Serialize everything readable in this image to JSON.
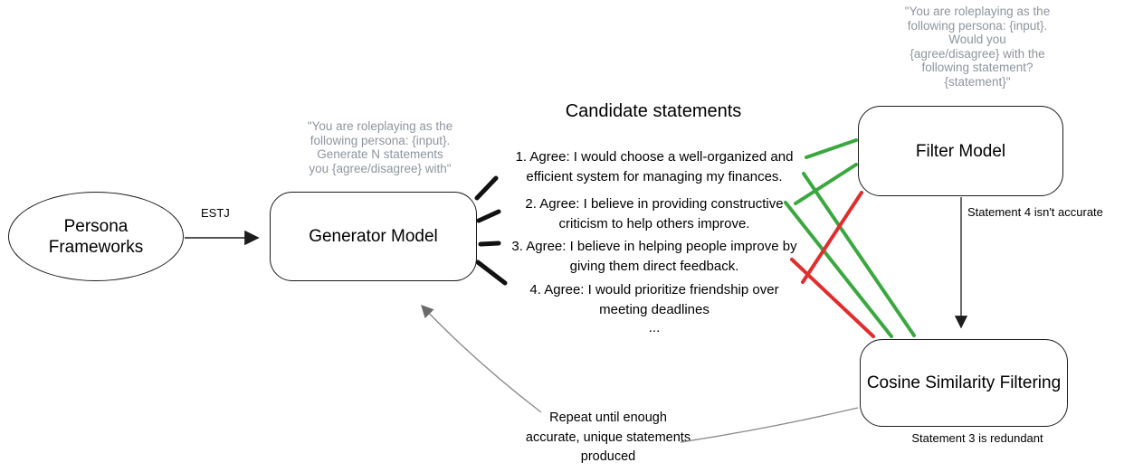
{
  "title": "Persona statement generation pipeline",
  "colors": {
    "green": "#3aa83f",
    "red": "#e02d2d",
    "gray_line": "#8c8c8c",
    "prompt_text": "#8e959e",
    "black": "#1c1c1c"
  },
  "nodes": {
    "persona_frameworks": {
      "label": "Persona\nFrameworks"
    },
    "generator": {
      "label": "Generator Model",
      "prompt": "\"You are roleplaying as the\nfollowing persona: {input}.\nGenerate N statements\nyou {agree/disagree} with\""
    },
    "filter": {
      "label": "Filter Model",
      "prompt": "\"You are roleplaying as the\nfollowing persona: {input}.\nWould you\n{agree/disagree} with the\nfollowing statement?\n{statement}\""
    },
    "cosine": {
      "label": "Cosine Similarity Filtering"
    }
  },
  "statements": {
    "title": "Candidate statements",
    "items": [
      {
        "text": "1. Agree: I would choose a well-organized and\nefficient system for managing my finances."
      },
      {
        "text": "2. Agree: I believe in providing constructive\ncriticism to help others improve."
      },
      {
        "text": "3. Agree: I believe in helping people improve by\ngiving them direct feedback."
      },
      {
        "text": "4. Agree: I would prioritize friendship over\nmeeting deadlines"
      }
    ],
    "ellipsis": "..."
  },
  "edges": {
    "estj_label": "ESTJ",
    "filter_note": "Statement 4 isn't accurate",
    "cosine_note": "Statement 3 is redundant",
    "repeat_note": "Repeat until enough\naccurate, unique statements\nproduced"
  }
}
